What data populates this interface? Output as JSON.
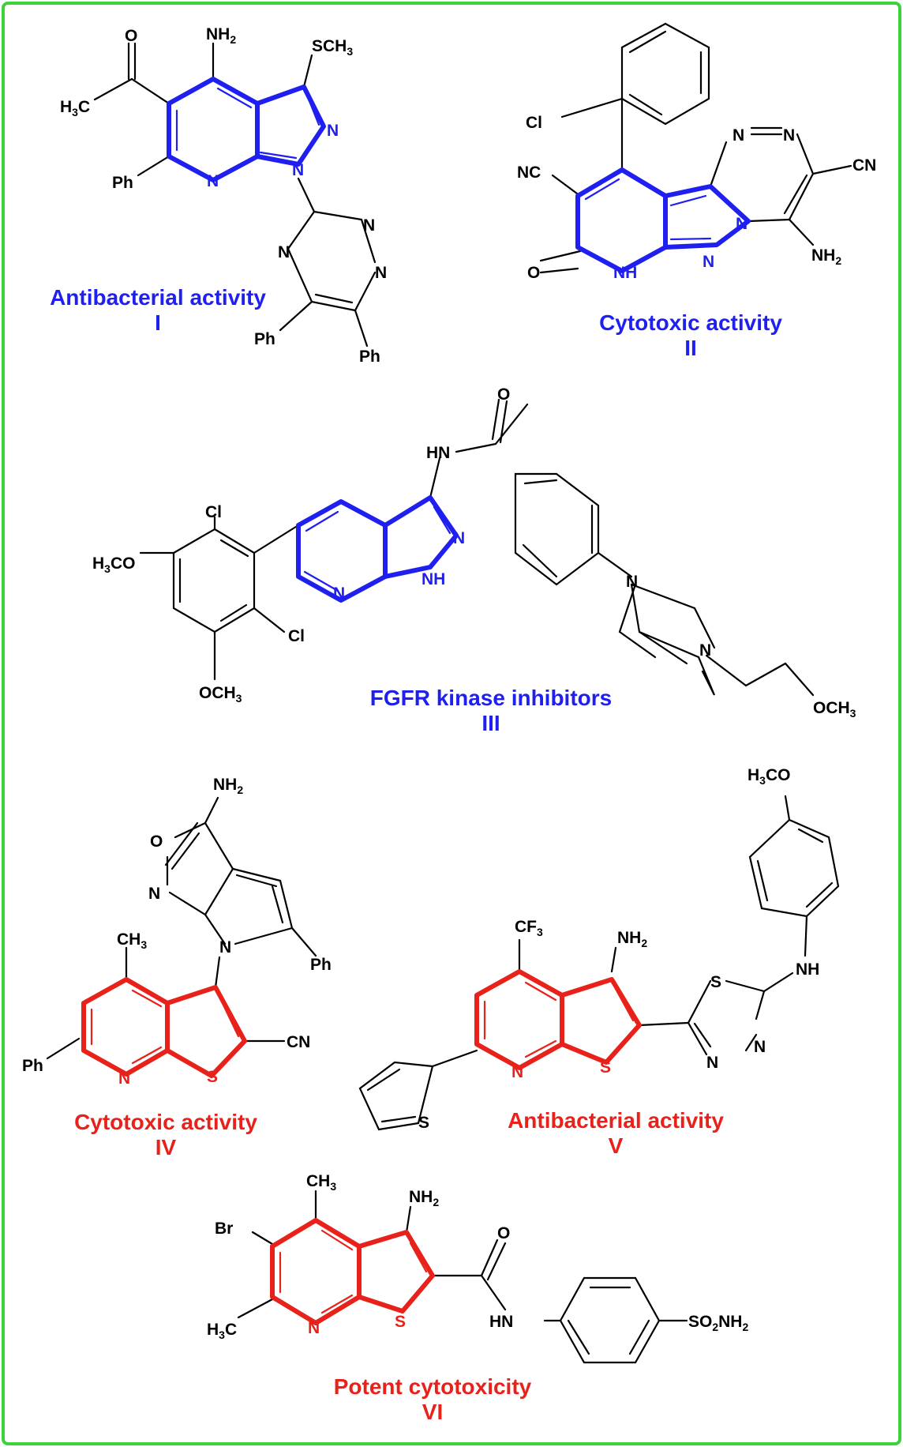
{
  "colors": {
    "border": "#3cd23c",
    "scaffold_blue": "#1f1ff0",
    "scaffold_red": "#e8221b",
    "bond": "#000000"
  },
  "compounds": [
    {
      "activity": "Antibacterial activity",
      "numeral": "I",
      "color": "blue"
    },
    {
      "activity": "Cytotoxic activity",
      "numeral": "II",
      "color": "blue"
    },
    {
      "activity": "FGFR kinase inhibitors",
      "numeral": "III",
      "color": "blue"
    },
    {
      "activity": "Cytotoxic activity",
      "numeral": "IV",
      "color": "red"
    },
    {
      "activity": "Antibacterial activity",
      "numeral": "V",
      "color": "red"
    },
    {
      "activity": "Potent cytotoxicity",
      "numeral": "VI",
      "color": "red"
    }
  ],
  "atom_labels": {
    "c1_o": "O",
    "c1_nh2": "NH",
    "c1_nh2_sub": "2",
    "c1_sch3": "SCH",
    "c1_sch3_sub": "3",
    "c1_h3c": "H",
    "c1_h3c_sub": "3",
    "c1_h3c_c": "C",
    "c1_ph1": "Ph",
    "c1_n_py": "N",
    "c1_n1": "N",
    "c1_n2": "N",
    "c1_tz_n1": "N",
    "c1_tz_n2": "N",
    "c1_tz_n3": "N",
    "c1_ph2": "Ph",
    "c1_ph3": "Ph",
    "c2_cl": "Cl",
    "c2_nc": "NC",
    "c2_cn": "CN",
    "c2_o": "O",
    "c2_nh": "NH",
    "c2_n1": "N",
    "c2_n2": "N",
    "c2_n3": "N",
    "c2_n4": "N",
    "c2_nh2": "NH",
    "c2_nh2_sub": "2",
    "c3_o": "O",
    "c3_hn": "HN",
    "c3_cl1": "Cl",
    "c3_cl2": "Cl",
    "c3_h3co": "H",
    "c3_h3co_sub": "3",
    "c3_h3co_co": "CO",
    "c3_och3": "OCH",
    "c3_och3_sub": "3",
    "c3_n_py": "N",
    "c3_n1": "N",
    "c3_nh": "NH",
    "c3_pip_n1": "N",
    "c3_pip_n2": "N",
    "c3_och3b": "OCH",
    "c3_och3b_sub": "3",
    "c4_nh2": "NH",
    "c4_nh2_sub": "2",
    "c4_o": "O",
    "c4_n1": "N",
    "c4_n2": "N",
    "c4_ph1": "Ph",
    "c4_ch3": "CH",
    "c4_ch3_sub": "3",
    "c4_cn": "CN",
    "c4_ph2": "Ph",
    "c4_n_py": "N",
    "c4_s": "S",
    "c5_h3co": "H",
    "c5_h3co_sub": "3",
    "c5_h3co_co": "CO",
    "c5_cf3": "CF",
    "c5_cf3_sub": "3",
    "c5_nh2": "NH",
    "c5_nh2_sub": "2",
    "c5_nh": "NH",
    "c5_s_tdz": "S",
    "c5_n1": "N",
    "c5_n2": "N",
    "c5_n_py": "N",
    "c5_s": "S",
    "c5_s_th": "S",
    "c6_ch3": "CH",
    "c6_ch3_sub": "3",
    "c6_nh2": "NH",
    "c6_nh2_sub": "2",
    "c6_br": "Br",
    "c6_o": "O",
    "c6_h3c": "H",
    "c6_h3c_sub": "3",
    "c6_h3c_c": "C",
    "c6_n_py": "N",
    "c6_s": "S",
    "c6_hn": "HN",
    "c6_so2nh2": "SO",
    "c6_so2nh2_sub": "2",
    "c6_so2nh2_nh": "NH",
    "c6_so2nh2_sub2": "2"
  }
}
